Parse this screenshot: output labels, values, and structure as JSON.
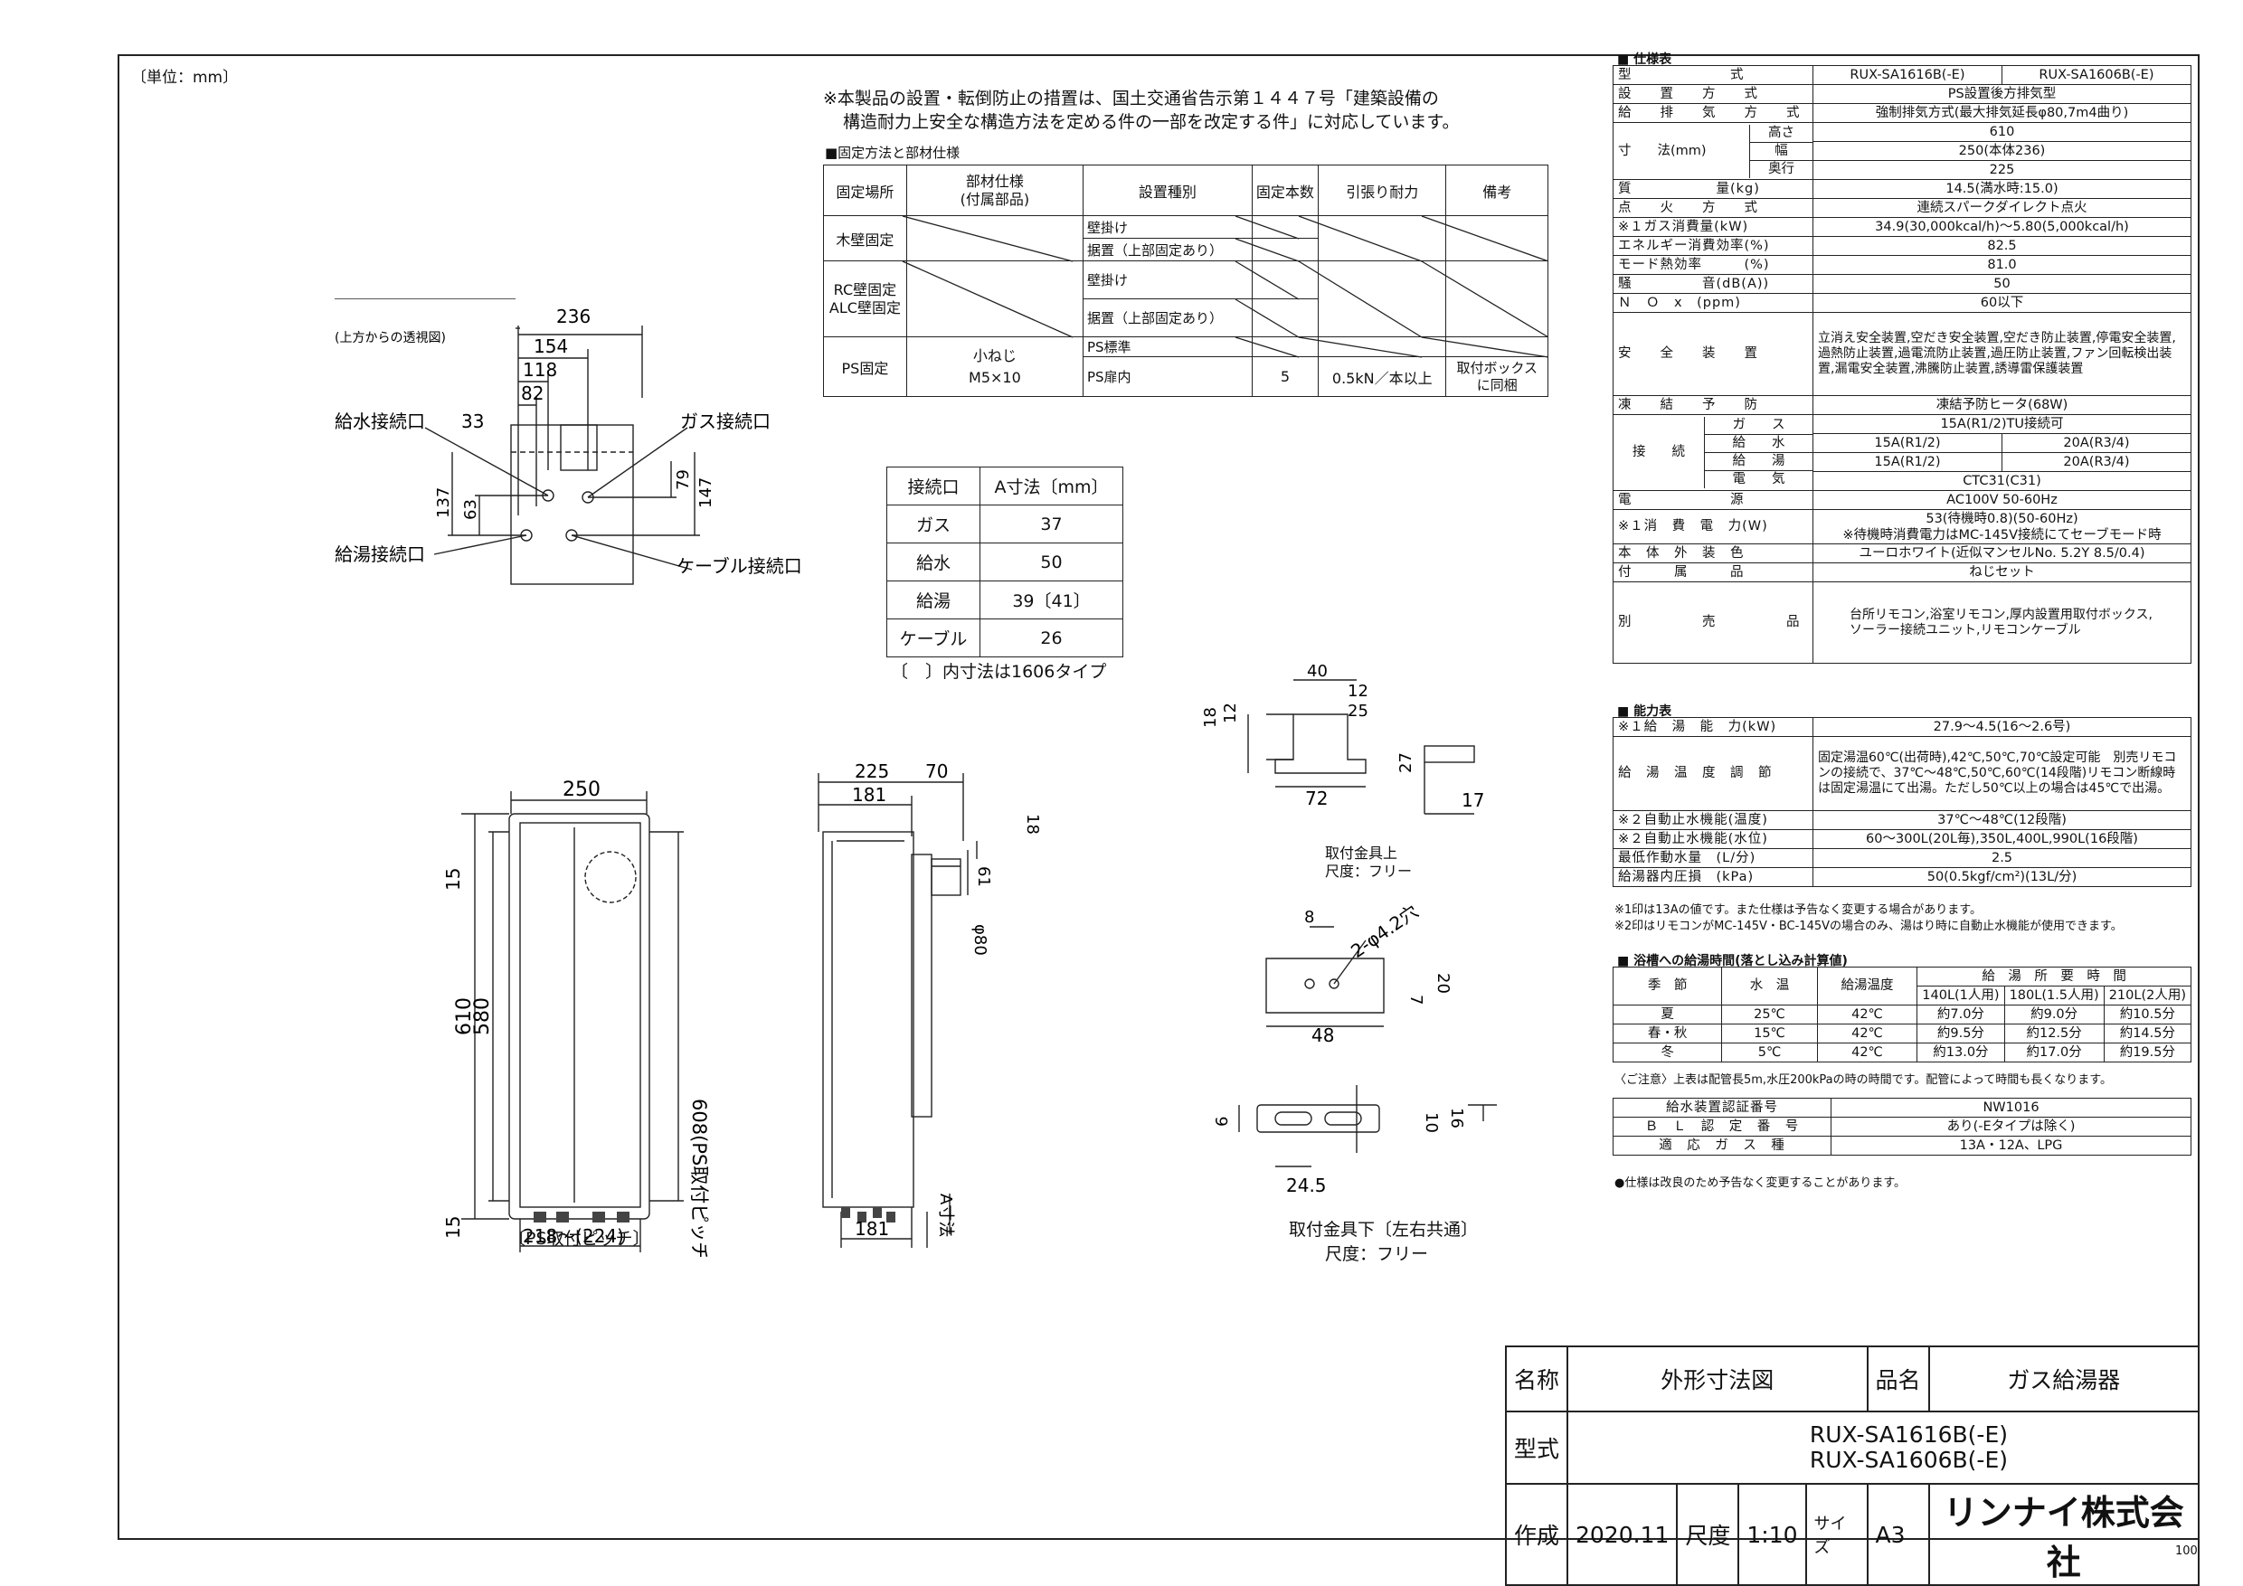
{
  "unit_label": "〔単位：mm〕",
  "notice_line1": "※本製品の設置・転倒防止の措置は、国土交通省告示第１４４７号「建築設備の",
  "notice_line2": "構造耐力上安全な構造方法を定める件の一部を改定する件」に対応しています。",
  "fixing": {
    "title": "■固定方法と部材仕様",
    "headers": [
      "固定場所",
      "部材仕様\n(付属部品)",
      "設置種別",
      "固定本数",
      "引張り耐力",
      "備考"
    ],
    "rows": {
      "wood": {
        "place": "木壁固定",
        "t1": "壁掛け",
        "t2": "据置（上部固定あり）"
      },
      "rc": {
        "place": "RC壁固定\nALC壁固定",
        "t1": "壁掛け",
        "t2": "据置（上部固定あり）"
      },
      "ps": {
        "place": "PS固定",
        "part": "小ねじ\nM5×10",
        "t1": "PS標準",
        "t2": "PS扉内",
        "count": "5",
        "force": "0.5kN／本以上",
        "note": "取付ボックス\nに同梱"
      }
    }
  },
  "a_table": {
    "header": [
      "接続口",
      "A寸法〔mm〕"
    ],
    "rows": [
      [
        "ガス",
        "37"
      ],
      [
        "給水",
        "50"
      ],
      [
        "給湯",
        "39〔41〕"
      ],
      [
        "ケーブル",
        "26"
      ]
    ],
    "note": "〔　〕内寸法は1606タイプ"
  },
  "top_view": {
    "caption": "(上方からの透視図)",
    "dims": {
      "d236": "236",
      "d154": "154",
      "d118": "118",
      "d82": "82",
      "d33": "33",
      "d63": "63",
      "d137": "137",
      "d79": "79",
      "d147": "147"
    },
    "labels": {
      "water": "給水接続口",
      "gas": "ガス接続口",
      "hot": "給湯接続口",
      "cable": "ケーブル接続口"
    }
  },
  "front_view": {
    "dims": {
      "w250": "250",
      "h610": "610",
      "h580": "580",
      "h15a": "15",
      "h15b": "15",
      "h608": "608(PS取付ピッチ)",
      "w218": "218～(224)"
    },
    "caption": "〔PS取付ピッチ〕"
  },
  "side_view": {
    "dims": {
      "d225": "225",
      "d70": "70",
      "d181": "181",
      "d18": "18",
      "d61": "61",
      "phi80": "φ80",
      "d181b": "181",
      "adim": "A寸法"
    }
  },
  "bracket_top": {
    "dims": {
      "d40": "40",
      "d12": "12",
      "d25": "25",
      "d18": "18",
      "d12b": "12",
      "d27": "27",
      "d72": "72",
      "d17": "17"
    },
    "caption1": "取付金具上",
    "caption2": "尺度：フリー"
  },
  "bracket_bottom": {
    "dims": {
      "d8": "8",
      "hole": "2-φ4.2穴",
      "d7": "7",
      "d20": "20",
      "d48": "48",
      "d6": "6",
      "d10": "10",
      "d16": "16",
      "d245": "24.5"
    },
    "caption1": "取付金具下〔左右共通〕",
    "caption2": "尺度：フリー"
  },
  "spec": {
    "title": "■ 仕様表",
    "model_label": "型　　　　　　　式",
    "model_a": "RUX-SA1616B(-E)",
    "model_b": "RUX-SA1606B(-E)",
    "rows1": [
      [
        "設　　置　　方　　式",
        "PS設置後方排気型"
      ],
      [
        "給　　排　　気　　方　　式",
        "強制排気方式(最大排気延長φ80,7m4曲り)"
      ]
    ],
    "size_label": "寸　　法(mm)",
    "size_rows": [
      [
        "高さ",
        "610"
      ],
      [
        "幅",
        "250(本体236)"
      ],
      [
        "奥行",
        "225"
      ]
    ],
    "rows2": [
      [
        "質　　　　　　量(kg)",
        "14.5(満水時:15.0)"
      ],
      [
        "点　　火　　方　　式",
        "連続スパークダイレクト点火"
      ],
      [
        "※１ガス消費量(kW)",
        "34.9(30,000kcal/h)～5.80(5,000kcal/h)"
      ],
      [
        "エネルギー消費効率(%)",
        "82.5"
      ],
      [
        "モード熱効率　　　(%)",
        "81.0"
      ],
      [
        "騒　　　　　音(dB(A))",
        "50"
      ],
      [
        "Ｎ　Ｏ　x　(ppm)",
        "60以下"
      ]
    ],
    "safety_label": "安　　全　　装　　置",
    "safety_text": "立消え安全装置,空だき安全装置,空だき防止装置,停電安全装置,過熱防止装置,過電流防止装置,過圧防止装置,ファン回転検出装置,漏電安全装置,沸騰防止装置,誘導雷保護装置",
    "freeze": [
      "凍　　結　　予　　防",
      "凍結予防ヒータ(68W)"
    ],
    "conn_label": "接　　続",
    "conn_gas": [
      "ガ　　ス",
      "15A(R1/2)TU接続可"
    ],
    "conn_water": [
      "給　　水",
      "15A(R1/2)",
      "20A(R3/4)"
    ],
    "conn_hot": [
      "給　　湯",
      "15A(R1/2)",
      "20A(R3/4)"
    ],
    "conn_elec": [
      "電　　気",
      "CTC31(C31)"
    ],
    "power_src": [
      "電　　　　　　　源",
      "AC100V 50-60Hz"
    ],
    "power_use_label": "※１消　費　電　力(W)",
    "power_use_1": "53(待機時0.8)(50-60Hz)",
    "power_use_2": "※待機時消費電力はMC-145V接続にてセーブモード時",
    "exterior": [
      "本　体　外　装　色",
      "ユーロホワイト(近似マンセルNo. 5.2Y 8.5/0.4)"
    ],
    "accessory": [
      "付　　　属　　　品",
      "ねじセット"
    ],
    "sold_label": "別　　　　　売　　　　　品",
    "sold_text": "台所リモコン,浴室リモコン,厚内設置用取付ボックス,ソーラー接続ユニット,リモコンケーブル"
  },
  "capacity": {
    "title": "■ 能力表",
    "rows": [
      [
        "※１給　湯　能　力(kW)",
        "27.9～4.5(16～2.6号)"
      ]
    ],
    "temp_label": "給　湯　温　度　調　節",
    "temp_text": "固定湯温60℃(出荷時),42℃,50℃,70℃設定可能　別売リモコンの接続で、37℃～48℃,50℃,60℃(14段階)リモコン断線時は固定湯温にて出湯。ただし50℃以上の場合は45℃で出湯。",
    "rows2": [
      [
        "※２自動止水機能(温度)",
        "37℃～48℃(12段階)"
      ],
      [
        "※２自動止水機能(水位)",
        "60～300L(20L毎),350L,400L,990L(16段階)"
      ],
      [
        "最低作動水量　(L/分)",
        "2.5"
      ],
      [
        "給湯器内圧損　(kPa)",
        "50(0.5kgf/cm²)(13L/分)"
      ]
    ],
    "note1": "※1印は13Aの値です。また仕様は予告なく変更する場合があります。",
    "note2": "※2印はリモコンがMC-145V・BC-145Vの場合のみ、湯はり時に自動止水機能が使用できます。"
  },
  "bath": {
    "title": "■ 浴槽への給湯時間(落とし込み計算値)",
    "h_season": "季　節",
    "h_water": "水　温",
    "h_temp": "給湯温度",
    "h_time": "給　湯　所　要　時　間",
    "h_cols": [
      "140L(1人用)",
      "180L(1.5人用)",
      "210L(2人用)"
    ],
    "rows": [
      [
        "夏",
        "25℃",
        "42℃",
        "約7.0分",
        "約9.0分",
        "約10.5分"
      ],
      [
        "春・秋",
        "15℃",
        "42℃",
        "約9.5分",
        "約12.5分",
        "約14.5分"
      ],
      [
        "冬",
        "5℃",
        "42℃",
        "約13.0分",
        "約17.0分",
        "約19.5分"
      ]
    ],
    "caution": "〈ご注意〉上表は配管長5m,水圧200kPaの時の時間です。配管によって時間も長くなります。"
  },
  "cert": {
    "rows": [
      [
        "給水装置認証番号",
        "NW1016"
      ],
      [
        "Ｂ　Ｌ　認　定　番　号",
        "あり(-Eタイプは除く)"
      ],
      [
        "適　応　ガ　ス　種",
        "13A・12A、LPG"
      ]
    ],
    "note": "●仕様は改良のため予告なく変更することがあります。"
  },
  "titleblock": {
    "name_label": "名称",
    "name_value": "外形寸法図",
    "product_label": "品名",
    "product_value": "ガス給湯器",
    "model_label": "型式",
    "model_1": "RUX-SA1616B(-E)",
    "model_2": "RUX-SA1606B(-E)",
    "made_label": "作成",
    "made_value": "2020.11",
    "scale_label": "尺度",
    "scale_value": "1:10",
    "size_label": "サイズ",
    "size_value": "A3",
    "company": "リンナイ株式会社"
  },
  "page_num": "100"
}
